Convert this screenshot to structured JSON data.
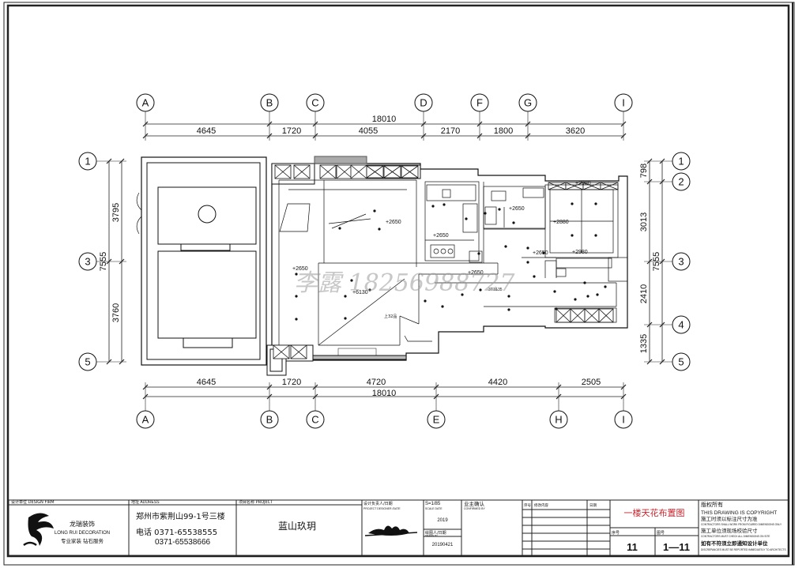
{
  "top_axes": [
    "A",
    "B",
    "C",
    "D",
    "F",
    "G",
    "I"
  ],
  "bottom_axes": [
    "A",
    "B",
    "C",
    "E",
    "H",
    "I"
  ],
  "left_axes": [
    "1",
    "3",
    "5"
  ],
  "right_axes": [
    "1",
    "2",
    "3",
    "4",
    "5"
  ],
  "top_total": "18010",
  "top_dims": [
    "4645",
    "1720",
    "4055",
    "2170",
    "1800",
    "3620"
  ],
  "bottom_total": "18010",
  "bottom_dims": [
    "4645",
    "1720",
    "4720",
    "4420",
    "2505"
  ],
  "left_total": "7555",
  "left_dims": [
    "3795",
    "3760"
  ],
  "right_total": "7555",
  "right_dims": [
    "798",
    "3013",
    "2410",
    "1335"
  ],
  "ceiling_heights": [
    "+2650",
    "+2650",
    "+2650",
    "+2650",
    "+2650",
    "+2650",
    "+2980",
    "+2880",
    "+2980",
    "+6130"
  ],
  "watermark": "李露 18256988727",
  "title_block": {
    "design_unit_label": "设计单位 DESIGN FIRM",
    "company_cn": "龙瑞装饰",
    "company_en": "LONG RUI DECORATION",
    "slogan": "专业家装 钻石服务",
    "address_label": "地址 ADDRESS",
    "address": "郑州市紫荆山99-1号三楼",
    "phone1": "电话 0371-65538555",
    "phone2": "0371-65538666",
    "project_label": "项目名称 PROJECT",
    "project_name": "蓝山玖玥",
    "designer_label": "设计负责人/日期",
    "designer_label_en": "PROJECT DESIGNER /DATE",
    "year": "2019",
    "drafter_label": "绘图人/日期",
    "drafter_label_en": "DRAWN BY",
    "date": "20190421",
    "scale": "S=1/85",
    "scale_en": "SCALE DATE",
    "client_label": "业主确认",
    "client_label_en": "CONFIRMED BY",
    "rev_label": "序号",
    "rev_content_label": "修改内容",
    "rev_date_label": "日期",
    "drawing_title": "一楼天花布置图",
    "copyright_cn": "版权所有",
    "copyright_en": "THIS DRAWING IS COPYRIGHT",
    "note1_cn": "施工时须以标注尺寸为准",
    "note1_en": "CONTRACTORS SHALL WORK FROM FIGURED DIMENSIONS ONLY",
    "note2_cn": "施工单位须现场校验尺寸",
    "note2_en": "CONTRACTORS MUST CHECK ALL DIMENSIONS ON SITE",
    "note3_cn": "如有不符须立即通知设计单位",
    "note3_en": "DISCREPANCIES MUST BE REPORTED IMMEDIATELY TO ARCHITECTS",
    "series_label": "序号",
    "drawing_no_label": "图号",
    "series_no": "11",
    "drawing_no": "1—11"
  }
}
